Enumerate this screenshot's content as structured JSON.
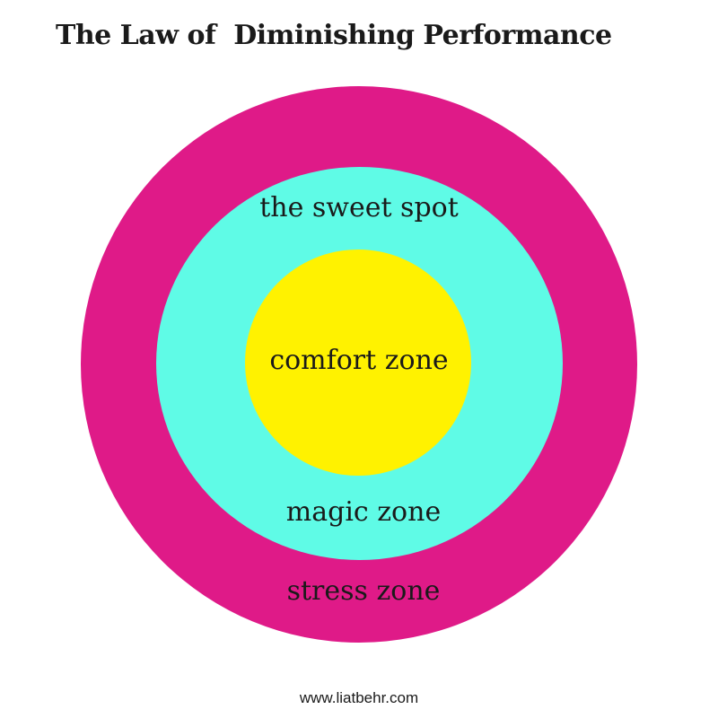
{
  "title": "The Law of  Diminishing Performance",
  "zones": {
    "outer": {
      "label": "stress zone",
      "color": "#df1a88"
    },
    "middle_top_label": "the sweet spot",
    "middle": {
      "label": "magic zone",
      "color": "#5ffbe6"
    },
    "inner": {
      "label": "comfort zone",
      "color": "#fff200"
    }
  },
  "footer": "www.liatbehr.com"
}
